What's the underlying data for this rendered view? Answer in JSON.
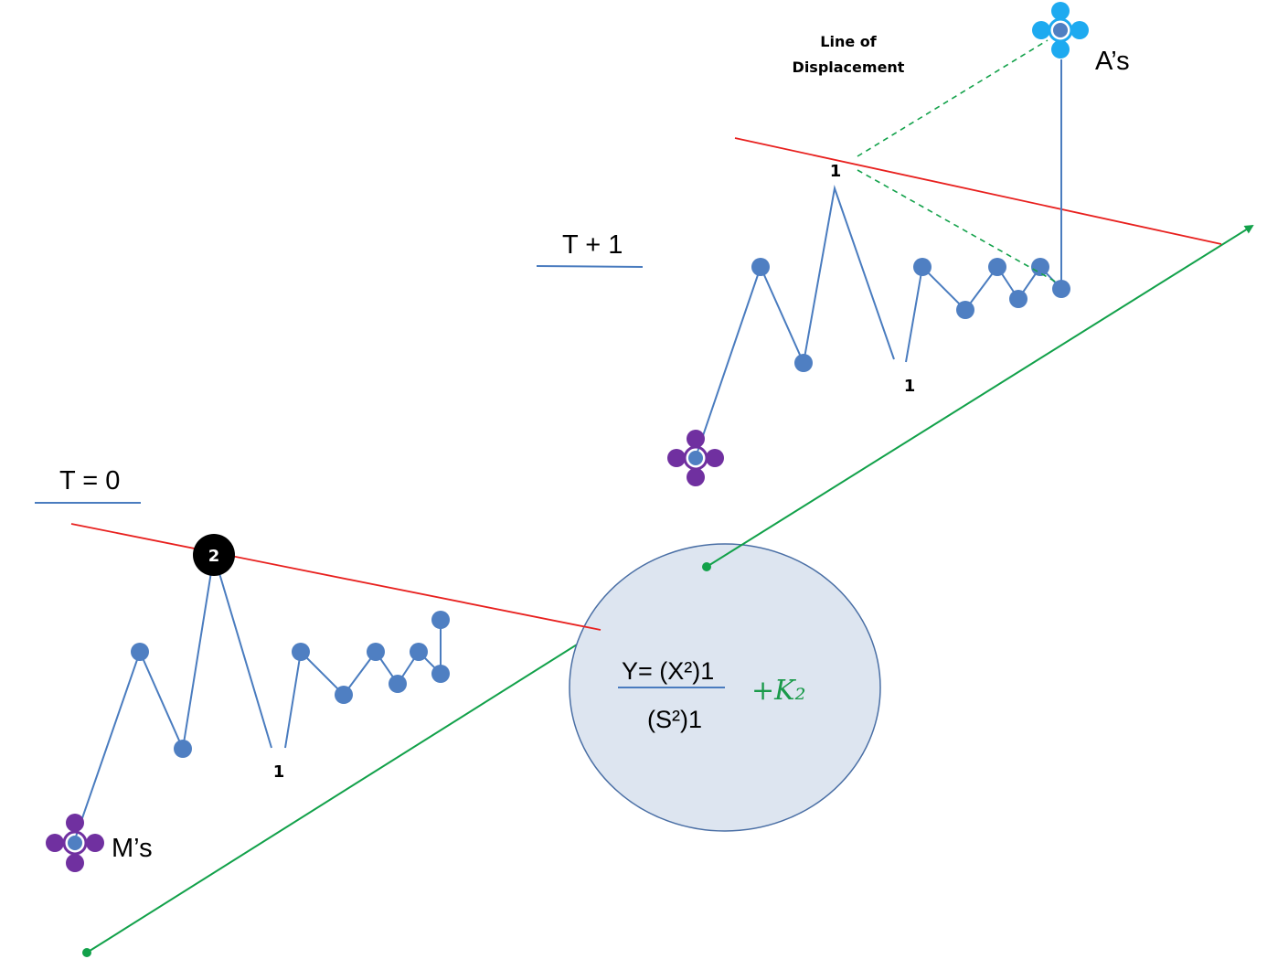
{
  "labels": {
    "t0": "T = 0",
    "t1": "T + 1",
    "line_of_displacement_1": "Line of",
    "line_of_displacement_2": "Displacement",
    "ms": "M’s",
    "as": "A’s",
    "wave1_one": "1",
    "wave1_two": "2",
    "wave2_one_low": "1",
    "wave2_one_top": "1"
  },
  "formula": {
    "numerator": "Y= (X²)1",
    "denominator": "(S²)1",
    "annotation": "+K₂"
  },
  "colors": {
    "node": "#4f7fc2",
    "node_line": "#4a7cbf",
    "trend_red": "#e8201e",
    "arrow_green": "#12a14a",
    "molecule_purple": "#7030a0",
    "molecule_cyan": "#1eaaf0",
    "circle_fill": "#dde5f0",
    "circle_stroke": "#4a6fa5",
    "underline": "#4a7cbf",
    "black_node": "#000000"
  },
  "icons": {
    "start_marker": "purple-molecule-icon",
    "end_marker": "cyan-molecule-icon"
  }
}
